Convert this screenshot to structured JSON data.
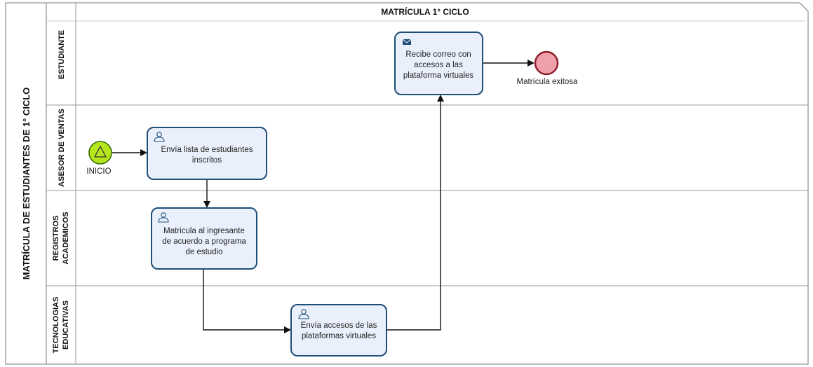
{
  "pool": {
    "label": "MATRÍCULA DE ESTUDIANTES DE 1° CICLO",
    "title": "MATRÍCULA 1° CICLO"
  },
  "lanes": [
    {
      "id": "estudiante",
      "lines": [
        "ESTUDIANTE"
      ]
    },
    {
      "id": "asesor",
      "lines": [
        "ASESOR DE VENTAS"
      ]
    },
    {
      "id": "registros",
      "lines": [
        "REGISTROS",
        "ACADEMICOS"
      ]
    },
    {
      "id": "tecnologias",
      "lines": [
        "TECNOLOGIAS",
        "EDUCATIVAS"
      ]
    }
  ],
  "tasks": [
    {
      "id": "envia-lista",
      "icon": "user-icon",
      "lines": [
        "Envía lista de estudiantes",
        "inscritos"
      ]
    },
    {
      "id": "matricula",
      "icon": "user-icon",
      "lines": [
        "Matricula al ingresante",
        "de acuerdo a programa",
        "de estudio"
      ]
    },
    {
      "id": "envia-accesos",
      "icon": "user-icon",
      "lines": [
        "Envía accesos de las",
        "plataformas virtuales"
      ]
    },
    {
      "id": "recibe-correo",
      "icon": "envelope-icon",
      "lines": [
        "Recibe correo con",
        "accesos a las",
        "plataforma virtuales"
      ]
    }
  ],
  "events": {
    "start": {
      "label": "INICIO",
      "color": "#b5e61d"
    },
    "end": {
      "label": "Matrícula exitosa",
      "color": "#f0a0a8"
    }
  },
  "colors": {
    "task_fill": "#eaf0fb",
    "task_stroke": "#1f4e79",
    "lane_stroke": "#888888"
  }
}
